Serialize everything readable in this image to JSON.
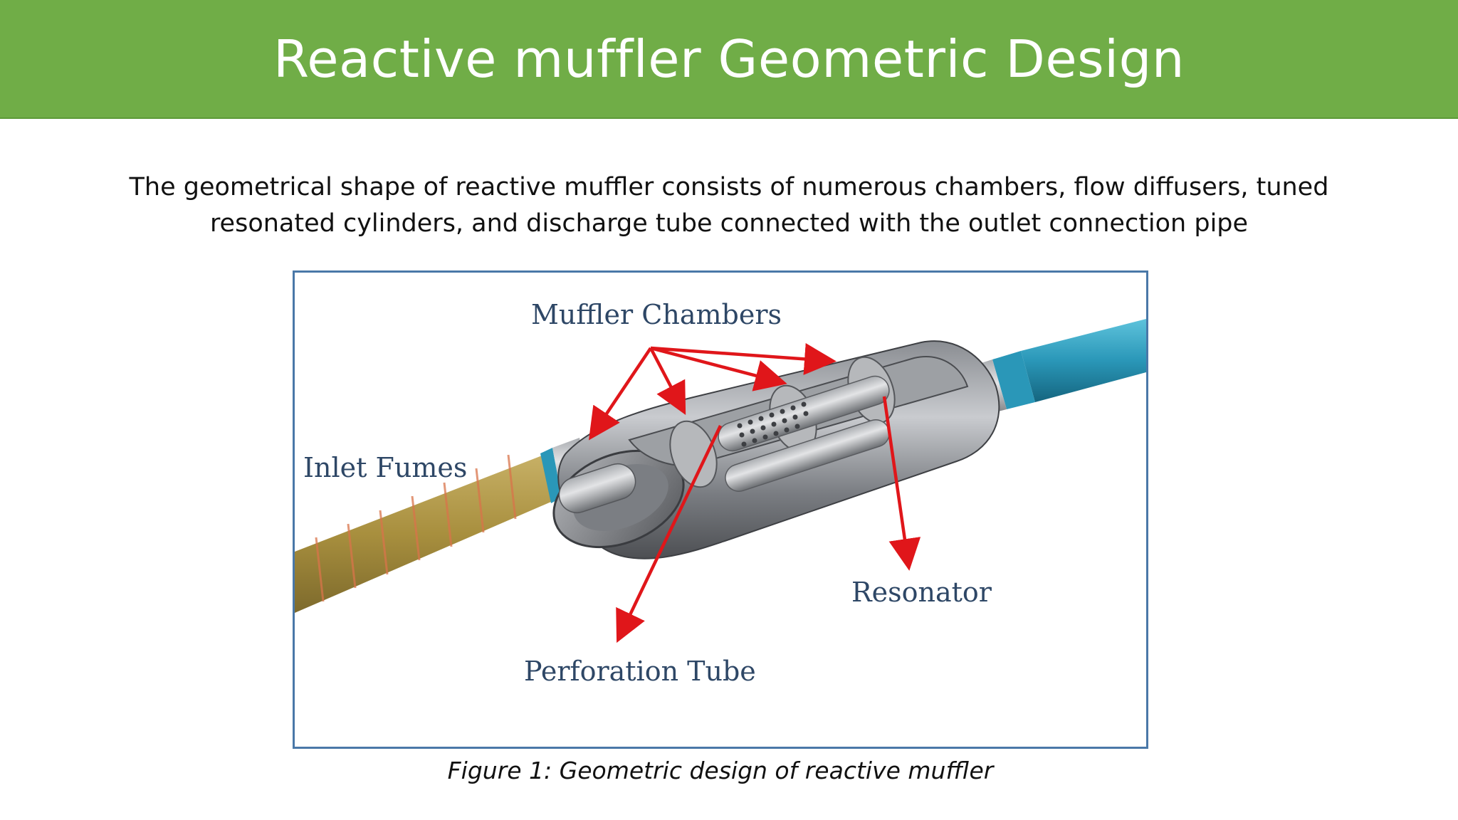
{
  "slide": {
    "title": "Reactive muffler Geometric Design",
    "description": "The geometrical shape of reactive muffler consists of numerous chambers, flow diffusers, tuned resonated cylinders, and discharge tube connected with the outlet connection pipe",
    "caption": "Figure 1: Geometric design of reactive muffler"
  },
  "figure": {
    "labels": {
      "chambers": "Muffler Chambers",
      "inlet": "Inlet Fumes",
      "resonator": "Resonator",
      "perforation": "Perforation Tube"
    },
    "colors": {
      "title_bar": "#70ad47",
      "frame": "#4a78a8",
      "label_text": "#2e4766",
      "arrows": "#e0161a",
      "inlet_pipe": "#b09a4a",
      "outlet_pipe": "#2a97b8"
    }
  }
}
